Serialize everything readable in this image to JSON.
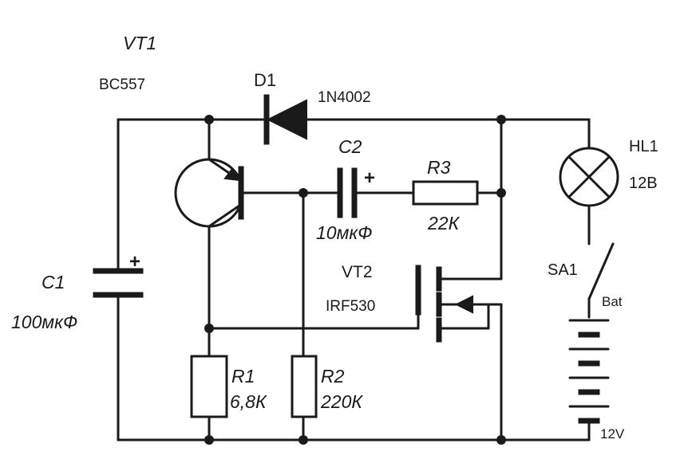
{
  "components": {
    "vt1": {
      "ref": "VT1",
      "part": "BC557"
    },
    "d1": {
      "ref": "D1",
      "part": "1N4002"
    },
    "c2": {
      "ref": "C2",
      "value": "10мкФ",
      "polarity": "+"
    },
    "r3": {
      "ref": "R3",
      "value": "22К"
    },
    "hl1": {
      "ref": "HL1",
      "value": "12В"
    },
    "c1": {
      "ref": "C1",
      "value": "100мкФ",
      "polarity": "+"
    },
    "vt2": {
      "ref": "VT2",
      "part": "IRF530"
    },
    "sa1": {
      "ref": "SA1"
    },
    "bat": {
      "label": "Bat",
      "voltage": "12V"
    },
    "r1": {
      "ref": "R1",
      "value": "6,8К"
    },
    "r2": {
      "ref": "R2",
      "value": "220К"
    }
  }
}
